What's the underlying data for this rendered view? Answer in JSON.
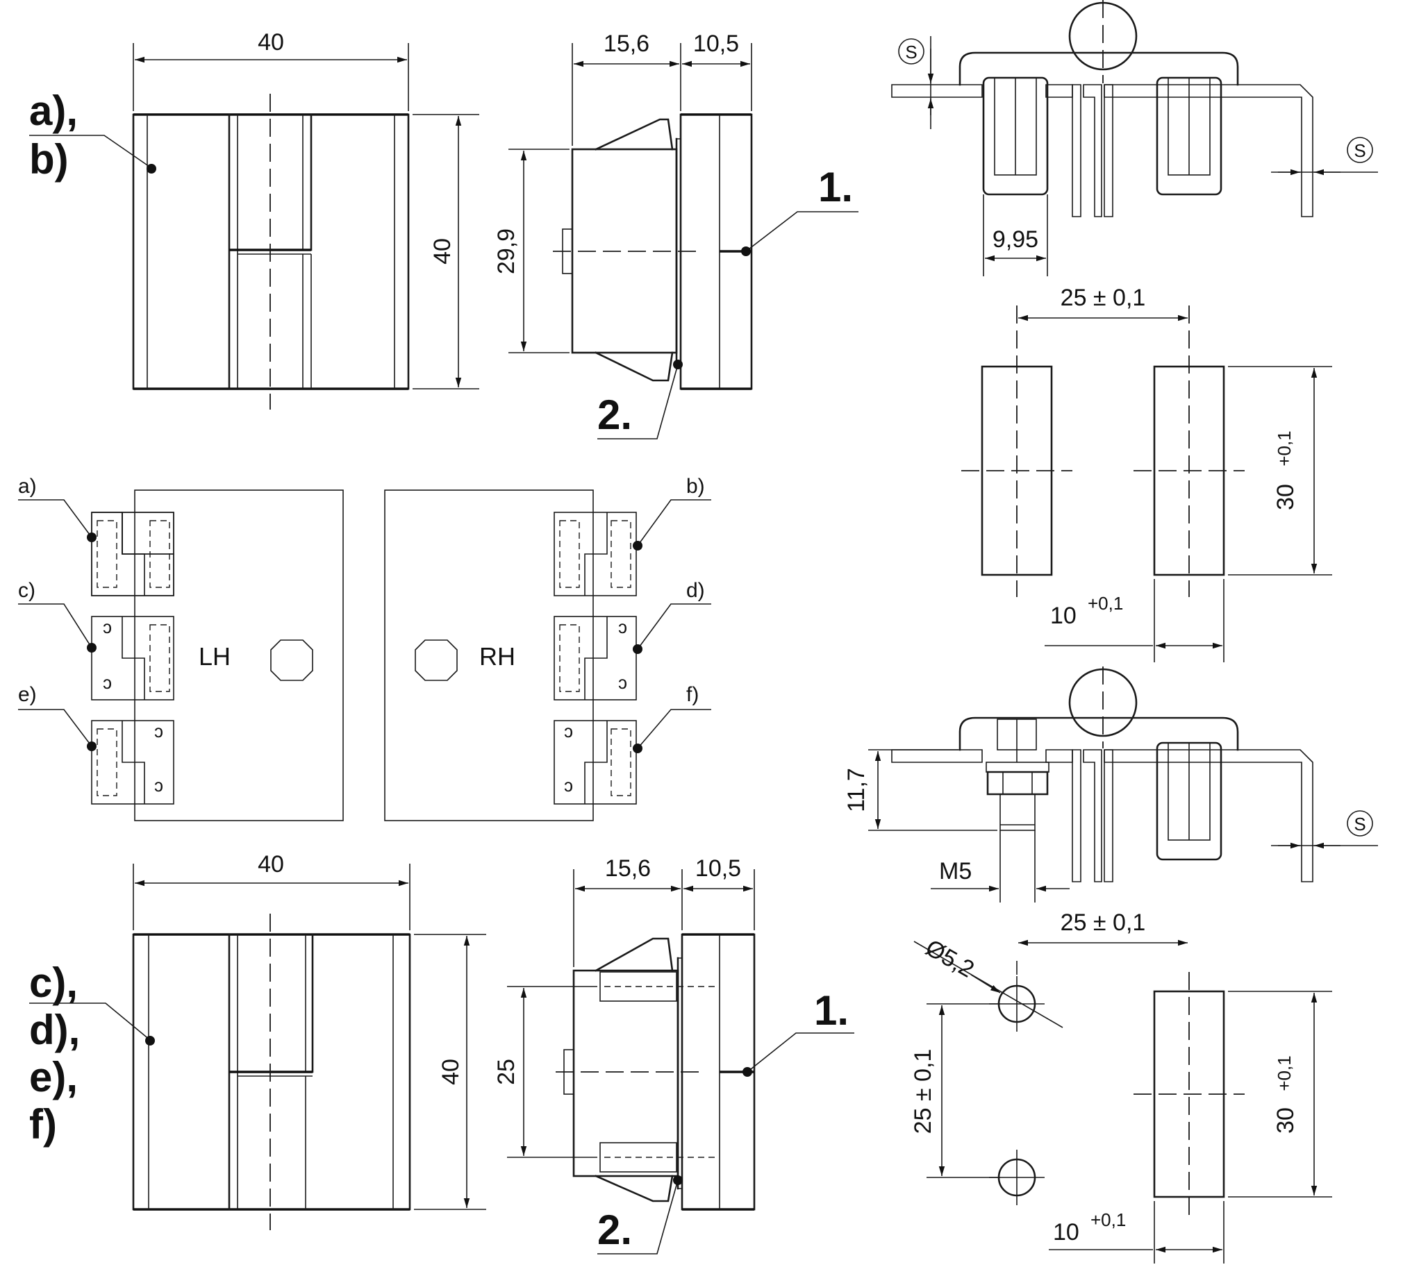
{
  "labels": {
    "ab_line1": "a),",
    "ab_line2": "b)",
    "cf_line1": "c),",
    "cf_line2": "d),",
    "cf_line3": "e),",
    "cf_line4": "f)",
    "part1": "1.",
    "part2": "2.",
    "lh": "LH",
    "rh": "RH",
    "hinge_a": "a)",
    "hinge_b": "b)",
    "hinge_c": "c)",
    "hinge_d": "d)",
    "hinge_e": "e)",
    "hinge_f": "f)",
    "s_symbol": "S"
  },
  "dimensions": {
    "top_front_width": "40",
    "top_front_height": "40",
    "top_side_depth1": "15,6",
    "top_side_depth2": "10,5",
    "top_side_height": "29,9",
    "section_slot": "9,95",
    "cutout_spacing": "25 ± 0,1",
    "cutout_height": "30",
    "cutout_height_tol": "+0,1",
    "cutout_width": "10",
    "cutout_width_tol": "+0,1",
    "bot_front_width": "40",
    "bot_front_height": "40",
    "bot_side_depth1": "15,6",
    "bot_side_depth2": "10,5",
    "bot_side_spacing": "25",
    "section2_height": "11,7",
    "section2_thread": "M5",
    "hole_spacing": "25 ± 0,1",
    "hole_dia": "Ø5,2",
    "hole_vspacing": "25 ± 0,1",
    "cutout2_height": "30",
    "cutout2_height_tol": "+0,1",
    "cutout2_width": "10",
    "cutout2_width_tol": "+0,1"
  }
}
